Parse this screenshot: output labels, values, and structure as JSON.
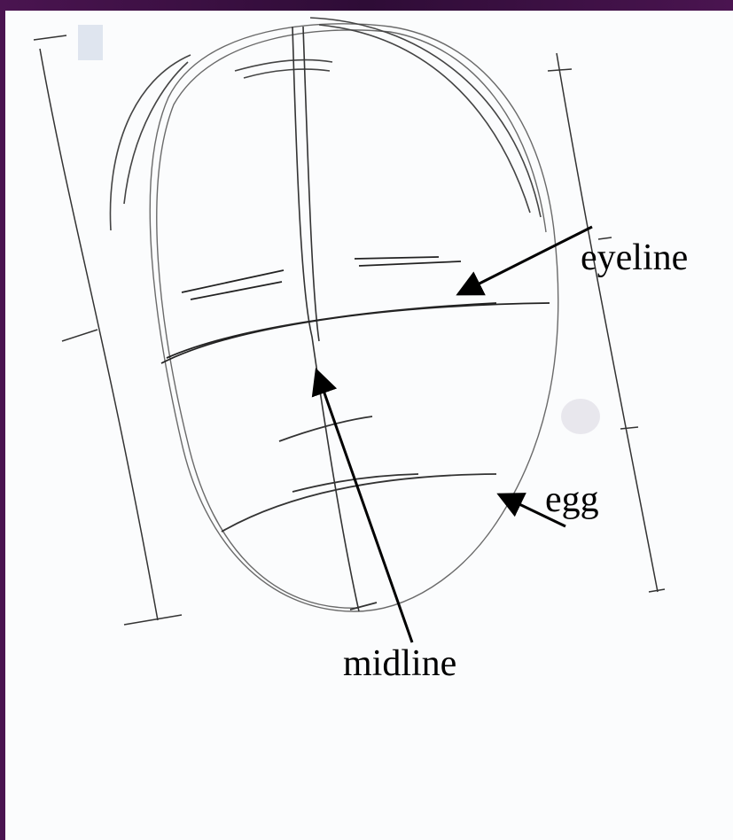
{
  "labels": {
    "eyeline": "eyeline",
    "egg": "egg",
    "midline": "midline"
  },
  "colors": {
    "frame": "#3a1040",
    "paper": "#fbfcfd",
    "pencil": "#555555",
    "ink": "#000000"
  }
}
